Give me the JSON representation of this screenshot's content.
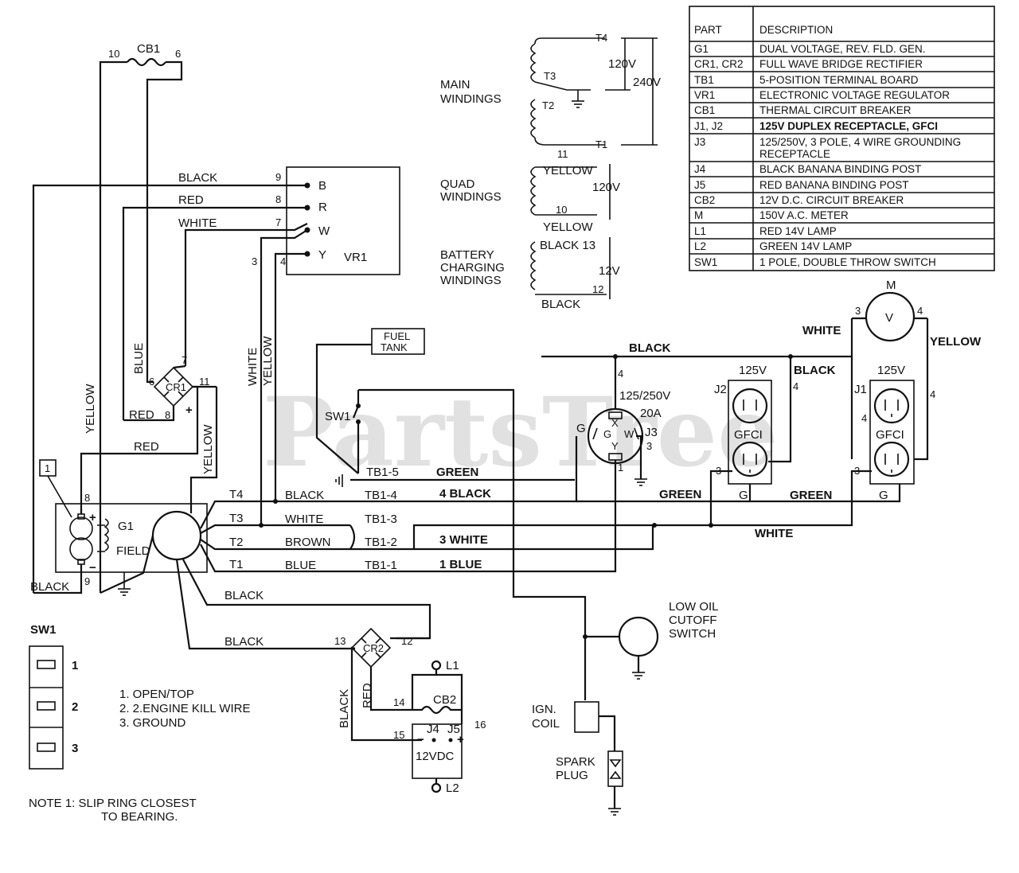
{
  "watermark": "PartsTree",
  "parts_table": {
    "header": {
      "part": "PART",
      "description": "DESCRIPTION"
    },
    "rows": [
      {
        "part": "G1",
        "description": "DUAL VOLTAGE, REV. FLD. GEN.",
        "bold": false
      },
      {
        "part": "CR1, CR2",
        "description": "FULL WAVE BRIDGE RECTIFIER",
        "bold": false
      },
      {
        "part": "TB1",
        "description": "5-POSITION TERMINAL BOARD",
        "bold": false
      },
      {
        "part": "VR1",
        "description": "ELECTRONIC VOLTAGE REGULATOR",
        "bold": false
      },
      {
        "part": "CB1",
        "description": "THERMAL CIRCUIT BREAKER",
        "bold": false
      },
      {
        "part": "J1, J2",
        "description": "125V DUPLEX RECEPTACLE, GFCI",
        "bold": true
      },
      {
        "part": "J3",
        "description": "125/250V, 3 POLE, 4 WIRE GROUNDING",
        "description2": "RECEPTACLE",
        "bold": false
      },
      {
        "part": "J4",
        "description": "BLACK BANANA BINDING POST",
        "bold": false
      },
      {
        "part": "J5",
        "description": "RED BANANA BINDING POST",
        "bold": false
      },
      {
        "part": "CB2",
        "description": "12V D.C. CIRCUIT BREAKER",
        "bold": false
      },
      {
        "part": "M",
        "description": "150V A.C. METER",
        "bold": false
      },
      {
        "part": "L1",
        "description": "RED 14V LAMP",
        "bold": false
      },
      {
        "part": "L2",
        "description": "GREEN 14V LAMP",
        "bold": false
      },
      {
        "part": "SW1",
        "description": "1 POLE, DOUBLE THROW SWITCH",
        "bold": false
      }
    ]
  },
  "windings": {
    "main": {
      "label1": "MAIN",
      "label2": "WINDINGS",
      "t4": "T4",
      "t3": "T3",
      "t2": "T2",
      "t1": "T1",
      "v120": "120V",
      "v240": "240V"
    },
    "quad": {
      "label1": "QUAD",
      "label2": "WINDINGS",
      "n11": "11",
      "n10": "10",
      "top": "YELLOW",
      "bottom": "YELLOW",
      "v": "120V"
    },
    "battery": {
      "label1": "BATTERY",
      "label2": "CHARGING",
      "label3": "WINDINGS",
      "top": "BLACK 13",
      "n12": "12",
      "bottom": "BLACK",
      "v": "12V"
    }
  },
  "cb1": {
    "label": "CB1",
    "n10": "10",
    "n6": "6"
  },
  "vr1": {
    "label": "VR1",
    "b": "B",
    "r": "R",
    "w": "W",
    "y": "Y",
    "n9": "9",
    "n8": "8",
    "n7": "7",
    "n4": "4",
    "n3": "3"
  },
  "wires": {
    "black": "BLACK",
    "red": "RED",
    "white": "WHITE",
    "blue": "BLUE",
    "yellow": "YELLOW",
    "brown": "BROWN",
    "green": "GREEN",
    "black4": "4 BLACK",
    "white3": "3 WHITE",
    "blue1": "1 BLUE"
  },
  "cr1": {
    "label": "CR1",
    "n6": "6",
    "n7": "7",
    "n8": "8",
    "n11": "11",
    "plus": "+"
  },
  "g1": {
    "label": "G1",
    "field": "FIELD",
    "n8": "8",
    "n9": "9",
    "plus": "+",
    "minus": "−",
    "note_box": "1"
  },
  "terminals": {
    "t4": "T4",
    "t3": "T3",
    "t2": "T2",
    "t1": "T1",
    "tb5": "TB1-5",
    "tb4": "TB1-4",
    "tb3": "TB1-3",
    "tb2": "TB1-2",
    "tb1": "TB1-1"
  },
  "fuel_tank": {
    "line1": "FUEL",
    "line2": "TANK"
  },
  "sw1_label": "SW1",
  "j3": {
    "rating": "125/250V",
    "amps": "20A",
    "label": "J3",
    "x": "X",
    "w": "W",
    "y": "Y",
    "g": "G",
    "g2": "G",
    "n4": "4",
    "n1": "1",
    "n3": "3"
  },
  "j2": {
    "label": "J2",
    "volts": "125V",
    "gfci": "GFCI",
    "g": "G",
    "n3": "3",
    "n4": "4"
  },
  "j1": {
    "label": "J1",
    "volts": "125V",
    "gfci": "GFCI",
    "g": "G",
    "n3": "3",
    "n4": "4",
    "mark": "4"
  },
  "meter": {
    "label": "M",
    "v": "V",
    "n3": "3",
    "n4": "4"
  },
  "low_oil": {
    "line1": "LOW OIL",
    "line2": "CUTOFF",
    "line3": "SWITCH"
  },
  "ign": {
    "coil1": "IGN.",
    "coil2": "COIL",
    "plug1": "SPARK",
    "plug2": "PLUG"
  },
  "cr2": {
    "label": "CR2",
    "n13": "13",
    "n12": "12",
    "n14": "14",
    "n15": "15",
    "n16": "16"
  },
  "dc": {
    "l1": "L1",
    "l2": "L2",
    "cb2": "CB2",
    "j4": "J4",
    "j5": "J5",
    "minus": "−",
    "plus": "+",
    "vdc": "12VDC"
  },
  "sw1_legend": {
    "title": "SW1",
    "positions": [
      "1",
      "2",
      "3"
    ],
    "items": [
      "1. OPEN/TOP",
      "2. 2.ENGINE KILL WIRE",
      "3. GROUND"
    ]
  },
  "note": {
    "line1": "NOTE 1:  SLIP RING CLOSEST",
    "line2": "TO BEARING."
  }
}
